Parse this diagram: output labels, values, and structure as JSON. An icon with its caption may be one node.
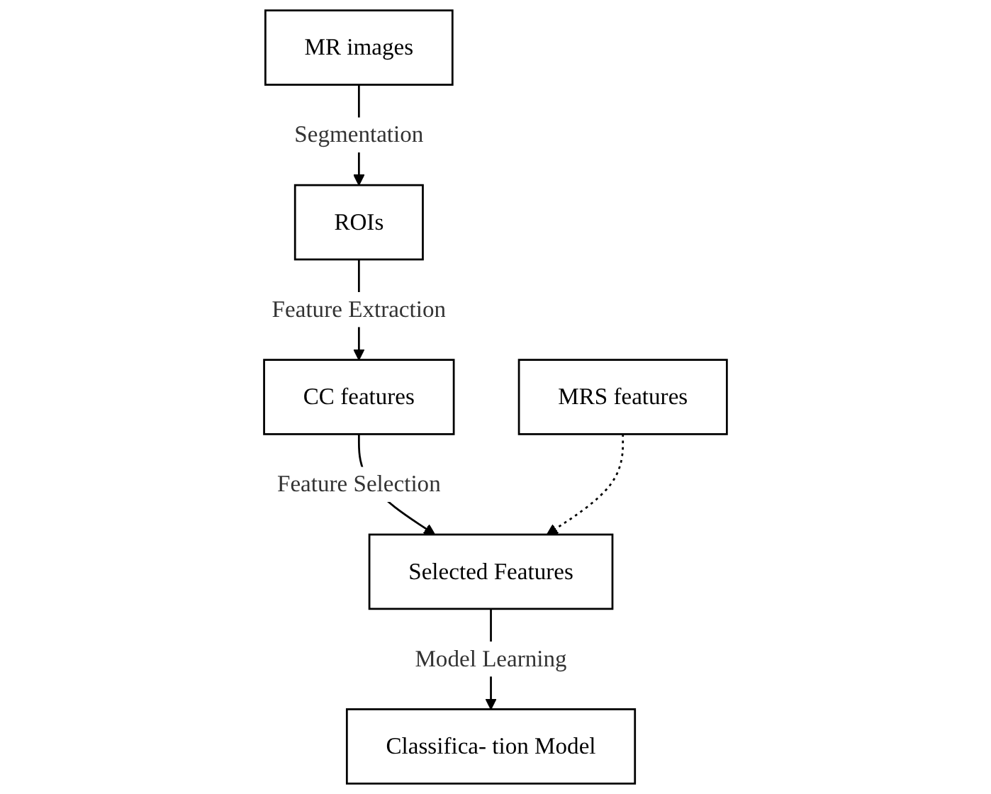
{
  "diagram": {
    "nodes": [
      {
        "text": [
          "MR images"
        ]
      },
      {
        "text": [
          "ROIs"
        ]
      },
      {
        "text": [
          "CC features"
        ]
      },
      {
        "text": [
          "MRS features"
        ]
      },
      {
        "text": [
          "Selected Features"
        ]
      },
      {
        "text": [
          "Classifica- tion Model"
        ]
      }
    ],
    "edges": [
      {
        "from": 0,
        "to": 1,
        "arrow": "to",
        "label": "Segmentation"
      },
      {
        "from": 1,
        "to": 2,
        "arrow": "to",
        "label": "Feature Extraction"
      },
      {
        "from": 2,
        "to": 4,
        "arrow": "to",
        "label": "Feature Selection"
      },
      {
        "from": 3,
        "to": 4,
        "arrow": "to",
        "style": "dashed"
      },
      {
        "from": 4,
        "to": 5,
        "arrow": "to",
        "label": "Model Learning"
      }
    ]
  }
}
